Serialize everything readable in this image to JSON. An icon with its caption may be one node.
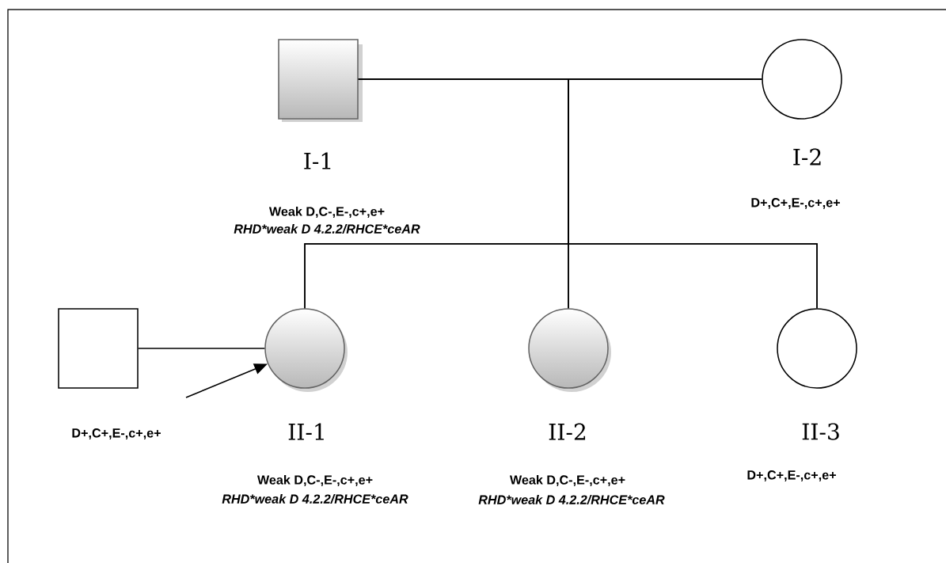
{
  "diagram": {
    "nodes": [
      {
        "text": [],
        "shape": "box",
        "beside": [
          "I-1",
          "Weak D,C-,E-,c+,e+",
          "RHD*weak D 4.2.2/RHCE*ceAR"
        ]
      },
      {
        "text": [],
        "shape": "circle",
        "beside": [
          "I-2",
          "D+,C+,E-,c+,e+"
        ]
      },
      {
        "text": [],
        "shape": "box",
        "beside": [
          "D+,C+,E-,c+,e+"
        ]
      },
      {
        "text": [],
        "shape": "circle",
        "beside": [
          "II-1",
          "Weak D,C-,E-,c+,e+",
          "RHD*weak D 4.2.2/RHCE*ceAR"
        ]
      },
      {
        "text": [],
        "shape": "circle",
        "beside": [
          "II-2",
          "Weak D,C-,E-,c+,e+",
          "RHD*weak D 4.2.2/RHCE*ceAR"
        ]
      },
      {
        "text": [],
        "shape": "circle",
        "beside": [
          "II-3",
          "D+,C+,E-,c+,e+"
        ]
      }
    ],
    "edges": [
      {
        "from": 0,
        "to": 1,
        "arrow": "none"
      },
      {
        "from": 0,
        "to": 3,
        "arrow": "none"
      },
      {
        "from": 1,
        "to": 3,
        "arrow": "none"
      },
      {
        "from": 0,
        "to": 4,
        "arrow": "none"
      },
      {
        "from": 1,
        "to": 4,
        "arrow": "none"
      },
      {
        "from": 0,
        "to": 5,
        "arrow": "none"
      },
      {
        "from": 1,
        "to": 5,
        "arrow": "none"
      },
      {
        "from": 2,
        "to": 3,
        "arrow": "none"
      },
      {
        "from": null,
        "to": 3,
        "arrow": "to"
      }
    ]
  }
}
